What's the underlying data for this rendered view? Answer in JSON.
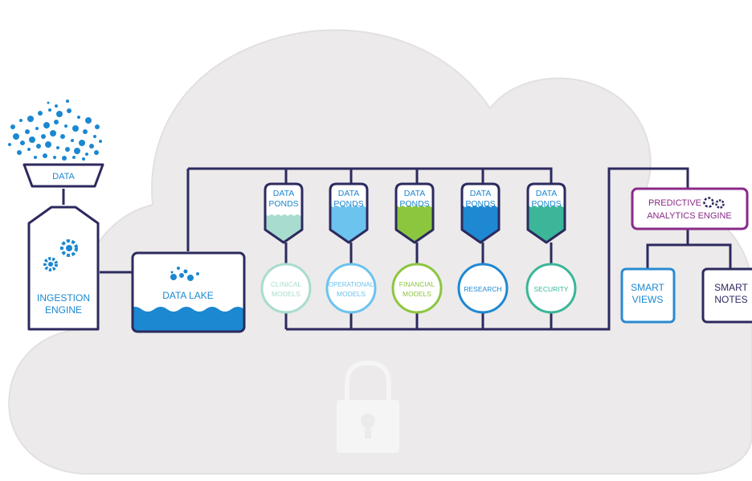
{
  "colors": {
    "outline": "#2c2a5e",
    "cloud": "#eceaea",
    "cloud_stroke": "#e2e0e0",
    "data_blue": "#1b88d1",
    "predictive": "#8a2a88",
    "smart_views": "#2a8bd0",
    "lock": "#f5f4f4"
  },
  "source": {
    "data_label": "DATA",
    "ingestion_line1": "INGESTION",
    "ingestion_line2": "ENGINE"
  },
  "lake": {
    "label": "DATA LAKE"
  },
  "ponds": [
    {
      "line1": "DATA",
      "line2": "PONDS",
      "model_line1": "CLINICAL",
      "model_line2": "MODELS",
      "color": "#a8dccf",
      "level": 0.45
    },
    {
      "line1": "DATA",
      "line2": "PONDS",
      "model_line1": "OPERATIONAL",
      "model_line2": "MODELS",
      "color": "#6cc3ee",
      "level": 0.6
    },
    {
      "line1": "DATA",
      "line2": "PONDS",
      "model_line1": "FINANCIAL",
      "model_line2": "MODELS",
      "color": "#8cc63f",
      "level": 0.6
    },
    {
      "line1": "DATA",
      "line2": "PONDS",
      "model_line1": "RESEARCH",
      "model_line2": "",
      "color": "#1f88d2",
      "level": 0.6
    },
    {
      "line1": "DATA",
      "line2": "PONDS",
      "model_line1": "SECURITY",
      "model_line2": "",
      "color": "#3bb698",
      "level": 0.6
    }
  ],
  "predictive": {
    "line1": "PREDICTIVE",
    "line2": "ANALYTICS ENGINE"
  },
  "outputs": {
    "views_line1": "SMART",
    "views_line2": "VIEWS",
    "notes_line1": "SMART",
    "notes_line2": "NOTES"
  }
}
